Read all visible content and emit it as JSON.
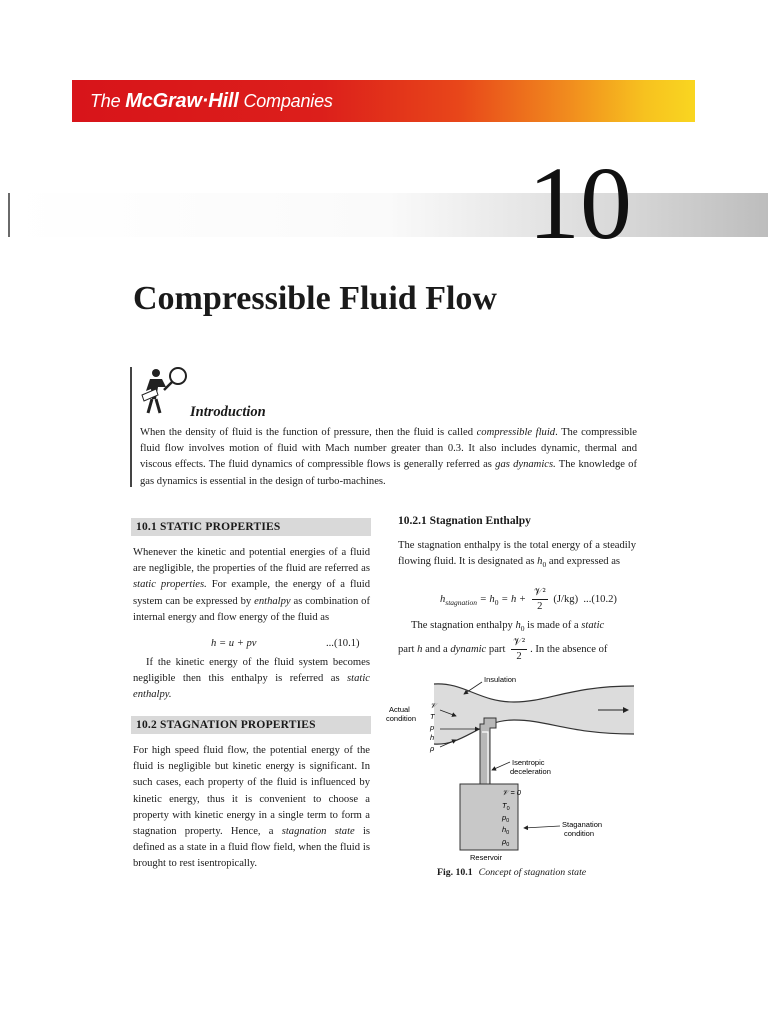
{
  "header": {
    "brand_prefix": "The",
    "brand_name": "McGraw·Hill",
    "brand_suffix": "Companies"
  },
  "chapter": {
    "number": "10",
    "title": "Compressible Fluid Flow"
  },
  "introduction": {
    "heading": "Introduction",
    "icon": "reading-figure-magnifier-icon",
    "paragraph": [
      {
        "t": "When the density of fluid is the function of pressure, then the fluid is called "
      },
      {
        "t": "compressible fluid",
        "i": true
      },
      {
        "t": ". The compressible fluid flow involves motion of fluid with Mach number greater than 0.3. It also includes dynamic, thermal and viscous effects. The fluid dynamics of compressible flows is generally referred as "
      },
      {
        "t": "gas dynamics.",
        "i": true
      },
      {
        "t": " The knowledge of gas dynamics is essential in the design of turbo-machines."
      }
    ]
  },
  "section_10_1": {
    "heading": "10.1  STATIC PROPERTIES",
    "paragraph1": [
      {
        "t": "Whenever the kinetic and potential energies of a fluid are negligible, the properties of the fluid are referred as "
      },
      {
        "t": "static properties.",
        "i": true
      },
      {
        "t": " For example, the energy of a fluid system can be expressed by "
      },
      {
        "t": "enthalpy",
        "i": true
      },
      {
        "t": " as combination of internal energy and flow energy of the fluid as"
      }
    ],
    "equation": "h = u + pv",
    "equation_number": "...(10.1)",
    "paragraph2": [
      {
        "t": "If the kinetic energy of the fluid system becomes negligible then this enthalpy is referred as "
      },
      {
        "t": "static enthalpy.",
        "i": true
      }
    ]
  },
  "section_10_2": {
    "heading": "10.2  STAGNATION PROPERTIES",
    "paragraph": [
      {
        "t": "For high speed fluid flow, the potential energy of the fluid is negligible but kinetic energy is significant. In such cases, each property of the fluid is influenced by kinetic energy, thus it is convenient to choose a property with kinetic energy in a single term to form a stagnation property. Hence, a "
      },
      {
        "t": "stagnation state",
        "i": true
      },
      {
        "t": " is defined as a state in a fluid flow field, when the fluid is brought to rest isentropically."
      }
    ]
  },
  "section_10_2_1": {
    "heading": "10.2.1  Stagnation Enthalpy",
    "paragraph1": [
      {
        "t": "The stagnation enthalpy is the total energy of a steadily flowing fluid. It is designated as "
      },
      {
        "t": "h",
        "i": true
      },
      {
        "t": "0",
        "sub": true
      },
      {
        "t": " and expressed as"
      }
    ],
    "equation_lhs": "h",
    "equation_lhs_sub": "stagnation",
    "equation_mid": "= h",
    "equation_mid_sub": "0",
    "equation_plus": "= h +",
    "frac_num": "𝒱²",
    "frac_den": "2",
    "equation_units": "(J/kg)",
    "equation_number": "...(10.2)",
    "paragraph2_a": "The stagnation enthalpy ",
    "paragraph2_h": "h",
    "paragraph2_sub": "0",
    "paragraph2_b": " is made of a ",
    "paragraph2_static": "static",
    "paragraph3_a": "part ",
    "paragraph3_h": "h",
    "paragraph3_b": " and a ",
    "paragraph3_dynamic": "dynamic",
    "paragraph3_c": " part",
    "paragraph3_d": ". In the absence of"
  },
  "figure": {
    "labels": {
      "insulation": "Insulation",
      "actual_condition_1": "Actual",
      "actual_condition_2": "condition",
      "var_V": "𝒱",
      "var_T": "T",
      "var_p": "p",
      "var_h": "h",
      "var_rho": "ρ",
      "isentropic_1": "Isentropic",
      "isentropic_2": "deceleration",
      "stag_V": "𝒱 = 0",
      "stag_T": "T",
      "stag_p": "p",
      "stag_h": "h",
      "stag_rho": "ρ",
      "sub0": "0",
      "staganation_1": "Staganation",
      "staganation_2": "condition",
      "reservoir": "Reservoir"
    },
    "caption_label": "Fig. 10.1",
    "caption_text": "Concept of stagnation state"
  }
}
